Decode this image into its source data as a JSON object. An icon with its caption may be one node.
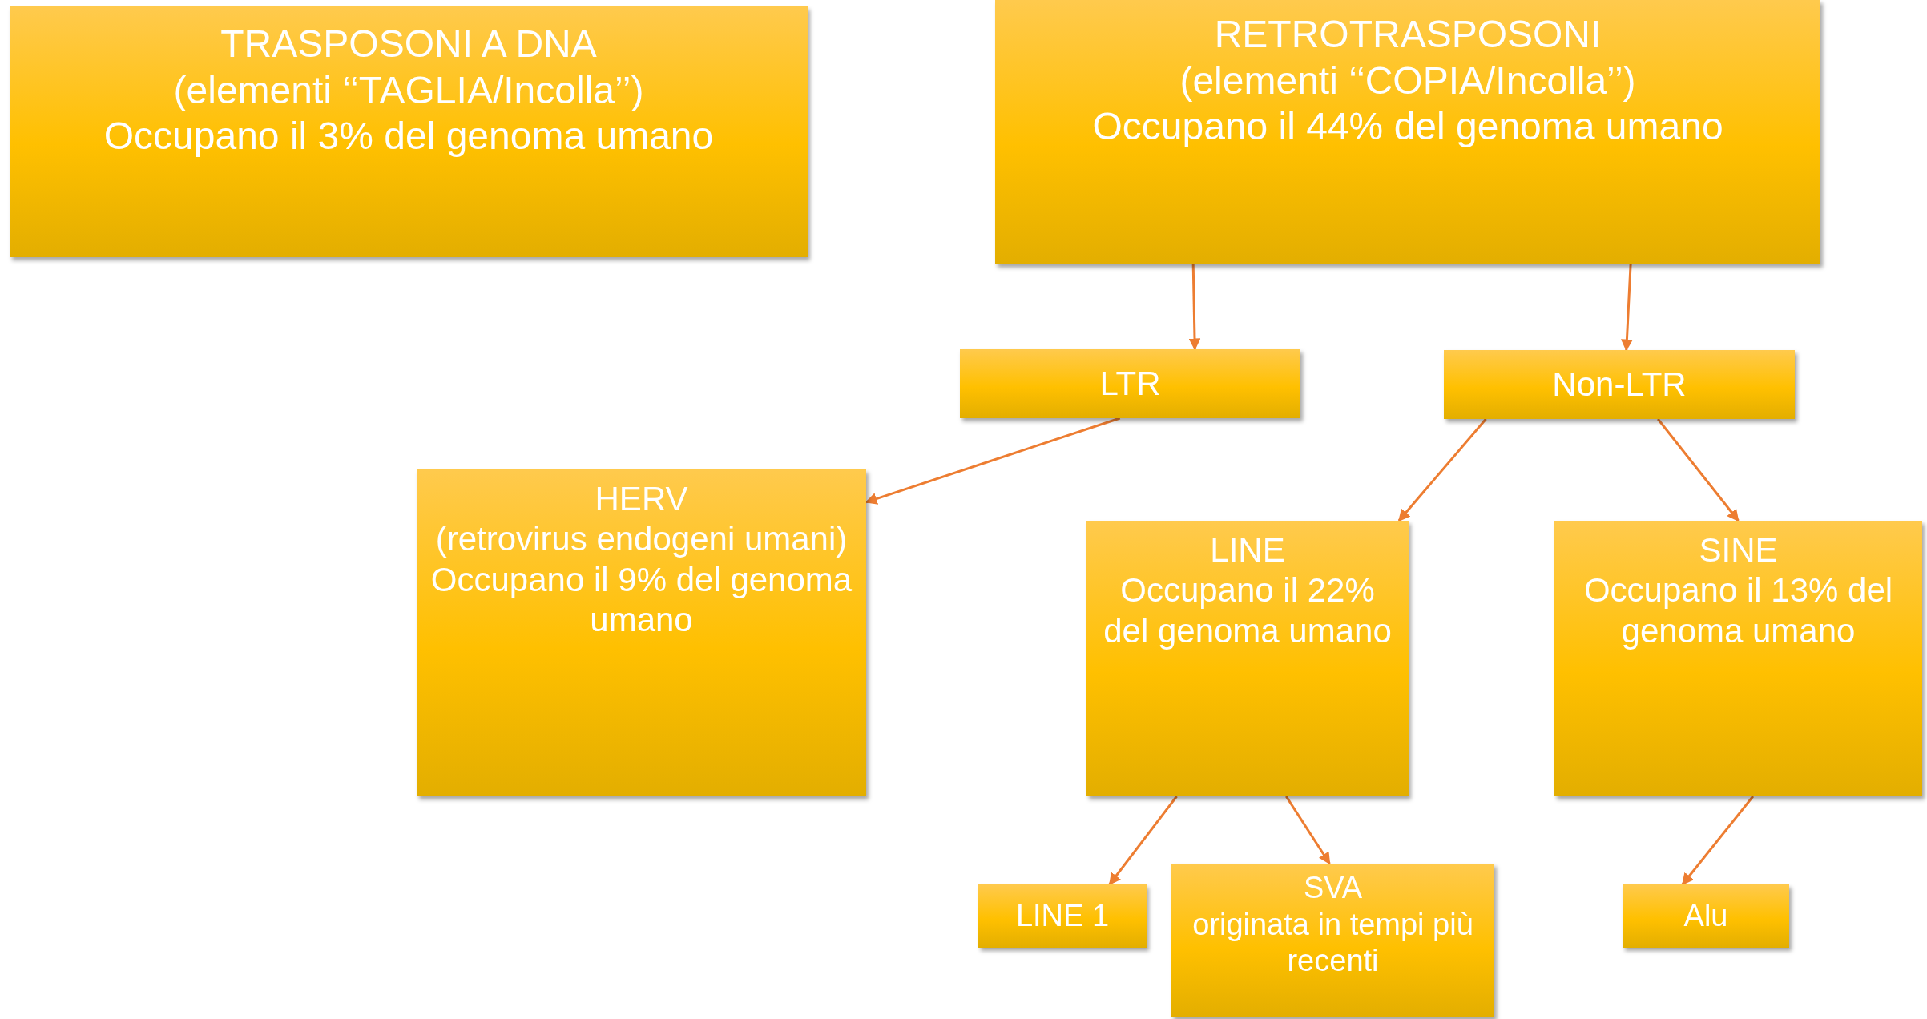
{
  "diagram": {
    "nodes": [
      {
        "text": [
          "TRASPOSONI A DNA",
          "(elementi ‘‘TAGLIA/Incolla’’)",
          "Occupano il 3% del genoma umano"
        ]
      },
      {
        "text": [
          "RETROTRASPOSONI",
          "(elementi ‘‘COPIA/Incolla’’)",
          "Occupano il 44% del genoma umano"
        ]
      },
      {
        "text": [
          "LTR"
        ]
      },
      {
        "text": [
          "Non-LTR"
        ]
      },
      {
        "text": [
          "HERV",
          "(retrovirus endogeni umani)",
          "Occupano il 9% del genoma umano"
        ]
      },
      {
        "text": [
          "LINE",
          "Occupano il 22% del genoma umano"
        ]
      },
      {
        "text": [
          "SINE",
          "Occupano il 13% del genoma umano"
        ]
      },
      {
        "text": [
          "LINE 1"
        ]
      },
      {
        "text": [
          "SVA",
          "originata in tempi più recenti"
        ]
      },
      {
        "text": [
          "Alu"
        ]
      }
    ],
    "edges": [
      {
        "from": 1,
        "to": 2,
        "arrow": "to"
      },
      {
        "from": 1,
        "to": 3,
        "arrow": "to"
      },
      {
        "from": 2,
        "to": 4,
        "arrow": "to"
      },
      {
        "from": 3,
        "to": 5,
        "arrow": "to"
      },
      {
        "from": 3,
        "to": 6,
        "arrow": "to"
      },
      {
        "from": 5,
        "to": 7,
        "arrow": "to"
      },
      {
        "from": 5,
        "to": 8,
        "arrow": "to"
      },
      {
        "from": 6,
        "to": 9,
        "arrow": "to"
      }
    ]
  }
}
